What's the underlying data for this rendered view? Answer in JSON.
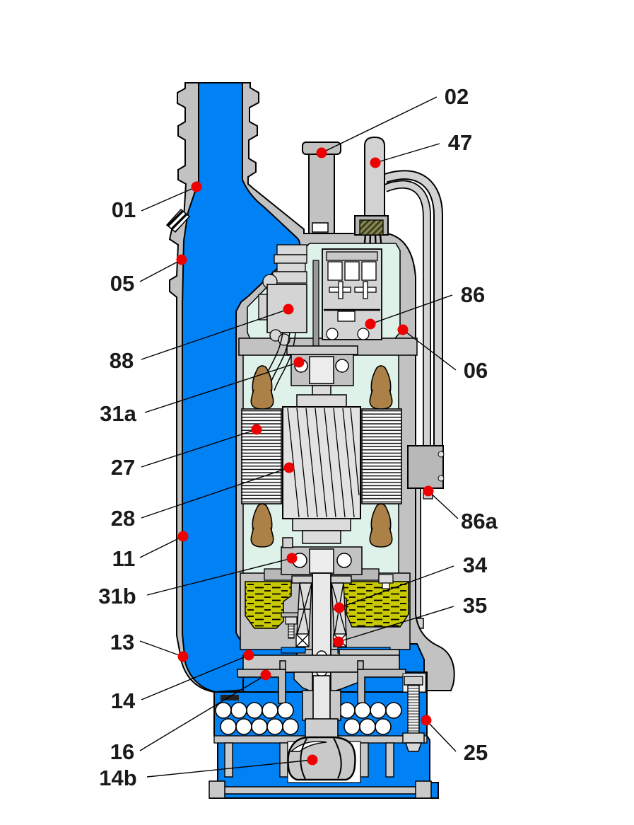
{
  "diagram": {
    "kind": "sectional-parts-diagram",
    "labels": [
      {
        "id": "02"
      },
      {
        "id": "47"
      },
      {
        "id": "01"
      },
      {
        "id": "05"
      },
      {
        "id": "86"
      },
      {
        "id": "88"
      },
      {
        "id": "06"
      },
      {
        "id": "31a"
      },
      {
        "id": "27"
      },
      {
        "id": "28"
      },
      {
        "id": "86a"
      },
      {
        "id": "11"
      },
      {
        "id": "31b"
      },
      {
        "id": "34"
      },
      {
        "id": "35"
      },
      {
        "id": "13"
      },
      {
        "id": "14"
      },
      {
        "id": "16"
      },
      {
        "id": "14b"
      },
      {
        "id": "25"
      }
    ]
  },
  "colors": {
    "water": "#0082f5",
    "gray": "#c2c2c2",
    "mint": "#def2e9",
    "oil": "#c9c900",
    "brown": "#ac8148",
    "red": "#ee0000",
    "ink": "#1a1a1a"
  }
}
